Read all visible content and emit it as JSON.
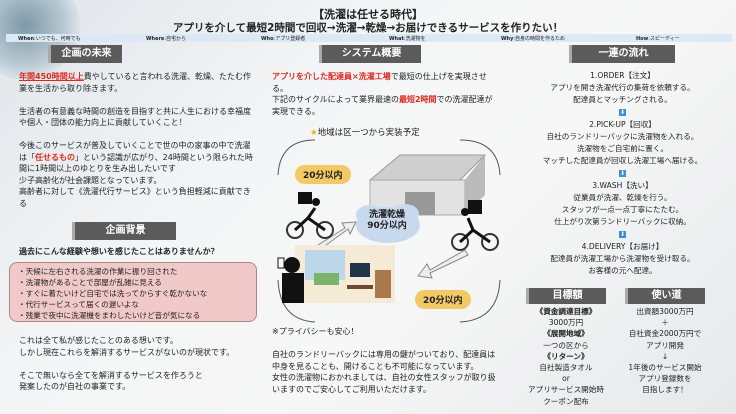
{
  "header": {
    "title": "【洗濯は任せる時代】",
    "subtitle": "アプリを介して最短2時間で回収→洗濯→乾燥→お届けできるサービスを作りたい！"
  },
  "w5h": [
    {
      "k": "When",
      "v": ":いつでも、何時でも"
    },
    {
      "k": "Where",
      "v": ":自宅から"
    },
    {
      "k": "Who",
      "v": ":アプリ登録者"
    },
    {
      "k": "What",
      "v": ":洗濯物を"
    },
    {
      "k": "Why",
      "v": ":自身の時間を作るため"
    },
    {
      "k": "How",
      "v": ":スピーディー"
    }
  ],
  "future": {
    "title": "企画の未来",
    "p1_red": "年間450時間以上",
    "p1": "費やしていると言われる洗濯、乾燥、たたむ作業を生活から取り除きます。",
    "p2": "生活者の有意義な時間の創造を目指すと共に人生における幸福度や個人・団体の能力向上に貢献していくこと！",
    "p3a": "今後このサービスが普及していくことで世の中の家事の中で洗濯は「",
    "p3_red": "任せるもの",
    "p3b": "」という認識が広がり、24時間という限られた時間に1時間以上のゆとりを生み出したいです",
    "p4": "少子高齢化が社会課題となっています。",
    "p5": "高齢者に対して《洗濯代行サービス》という負担軽減に貢献できる"
  },
  "background": {
    "title": "企画背景",
    "question": "過去にこんな経験や想いを感じたことはありませんか？",
    "items": [
      "・天候に左右される洗濯の作業に振り回された",
      "・洗濯物があることで部屋が乱雑に見える",
      "・すぐに着たいけど自宅では洗ってからすぐ乾かないな",
      "・代行サービスって届くの遅いよな",
      "・残業で夜中に洗濯機をまわしたいけど音が気になる"
    ],
    "p1": "これは全て私が感じたことのある想いです。",
    "p2": "しかし現在これらを解消するサービスがないのが現状です。",
    "p3": "そこで無いなら全てを解消するサービスを作ろうと",
    "p4": "発案したのが自社の事業です。"
  },
  "system": {
    "title": "システム概要",
    "l1_red": "アプリを介した配達員×洗濯工場",
    "l1": "で最短の仕上げを実現させる。",
    "l2a": "下記のサイクルによって業界最速の",
    "l2_red": "最短2時間",
    "l2b": "での洗濯配達が実現できる。",
    "area": "地域は区一つから実装予定",
    "pill1": "20分以内",
    "cloud1": "洗濯乾燥",
    "cloud2": "90分以内",
    "pill2": "20分以内",
    "privacy": "※プライバシーも安心！",
    "p1": "自社のランドリーバックには専用の鍵がついており、配達員は中身を見ることも、開けることも不可能になっています。",
    "p2": "女性の洗濯物におかれましては、自社の女性スタッフが取り扱いますのでご安心してご利用いただけます。"
  },
  "flow": {
    "title": "一連の流れ",
    "steps": [
      {
        "h": "1.ORDER【注文】",
        "lines": [
          "アプリを開き洗濯代行の集荷を依頼する。",
          "配達員とマッチングされる。"
        ]
      },
      {
        "h": "2.PICK-UP【回収】",
        "lines": [
          "自社のランドリーバックに洗濯物を入れる。",
          "洗濯物をご自宅前に置く。",
          "マッチした配達員が回収し洗濯工場へ届ける。"
        ]
      },
      {
        "h": "3.WASH【洗い】",
        "lines": [
          "従業員が洗濯、乾燥を行う。",
          "スタッフが一点一点丁寧にたたむ。",
          "仕上がり次第ランドリーバックに収納。"
        ]
      },
      {
        "h": "4.DELIVERY【お届け】",
        "lines": [
          "配達員が洗濯工場から洗濯物を受け取る。",
          "お客様の元へ配達。"
        ]
      }
    ],
    "arrow": "⬇"
  },
  "goal": {
    "title": "目標額",
    "lines": [
      "《資金調達目標》",
      "3000万円",
      "《展開地域》",
      "一つの区から",
      "《リターン》",
      "自社製造タオル",
      "or",
      "アプリサービス開始時",
      "クーポン配布"
    ]
  },
  "usage": {
    "title": "使い道",
    "lines": [
      "出資額3000万円",
      "＋",
      "自社資金2000万円で",
      "アプリ開発",
      "↓",
      "1年後のサービス開始",
      "アプリ登録数を",
      "目指します！"
    ]
  }
}
